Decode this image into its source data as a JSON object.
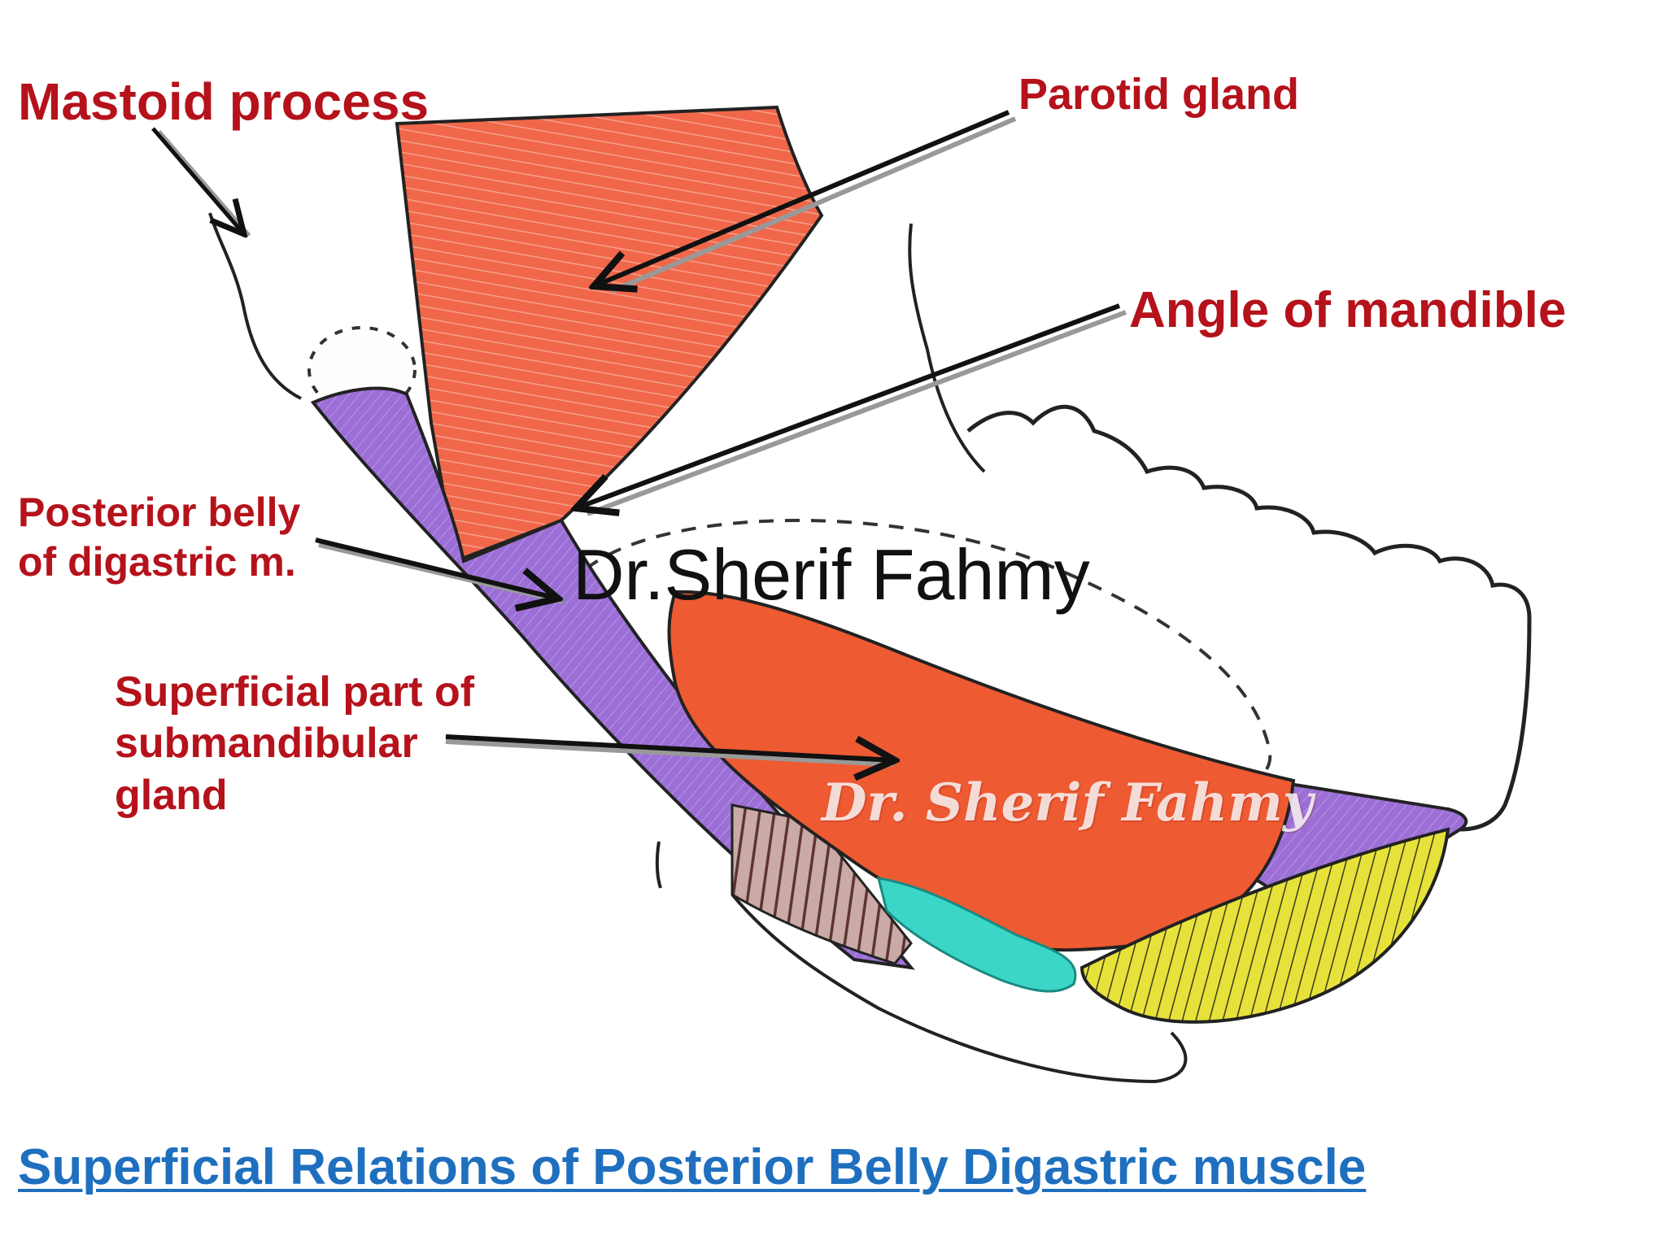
{
  "labels": {
    "mastoid": "Mastoid process",
    "parotid": "Parotid gland",
    "angle": "Angle of mandible",
    "posterior_line1": "Posterior belly",
    "posterior_line2": "of digastric m.",
    "superficial_line1": "Superficial part of",
    "superficial_line2": "submandibular",
    "superficial_line3": "gland"
  },
  "watermark": {
    "main": "Dr.Sherif Fahmy",
    "script": "Dr. Sherif Fahmy"
  },
  "caption": "Superficial Relations of Posterior Belly Digastric muscle",
  "colors": {
    "label_red": "#b5121b",
    "caption_blue": "#1f6fbf",
    "parotid_orange": "#f0674a",
    "submandibular_orange": "#ee5a32",
    "digastric_purple": "#9c6fd6",
    "facial_vessel_cyan": "#3cd6c8",
    "mylohyoid_yellow": "#e6e23a",
    "muscle_brown": "#7a4a44"
  }
}
